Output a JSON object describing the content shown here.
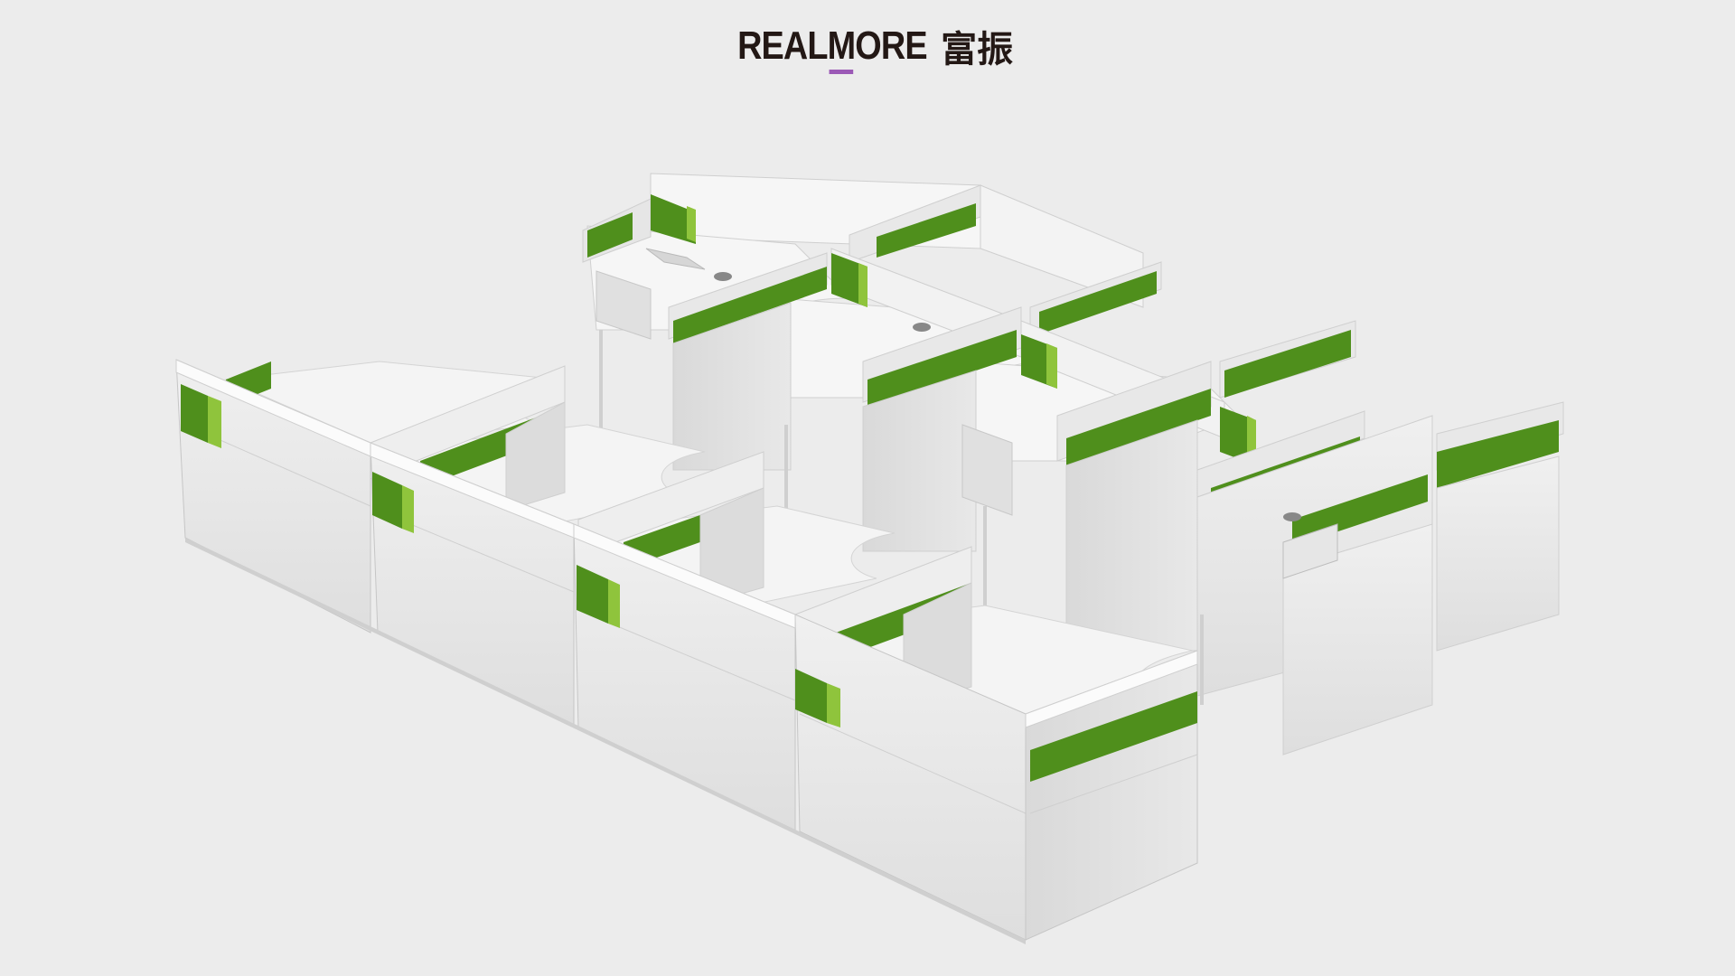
{
  "brand": {
    "wordmark_prefix": "REAL",
    "wordmark_m": "M",
    "wordmark_suffix": "ORE",
    "chinese_name": "富振",
    "accent_color": "#9b59b6"
  },
  "scene": {
    "subject": "office-cubicle-workstations",
    "panel_color": "#e9e9e9",
    "fabric_color": "#4f8f1c",
    "fabric_light_color": "#8fc43c",
    "desk_color": "#f4f4f4"
  }
}
